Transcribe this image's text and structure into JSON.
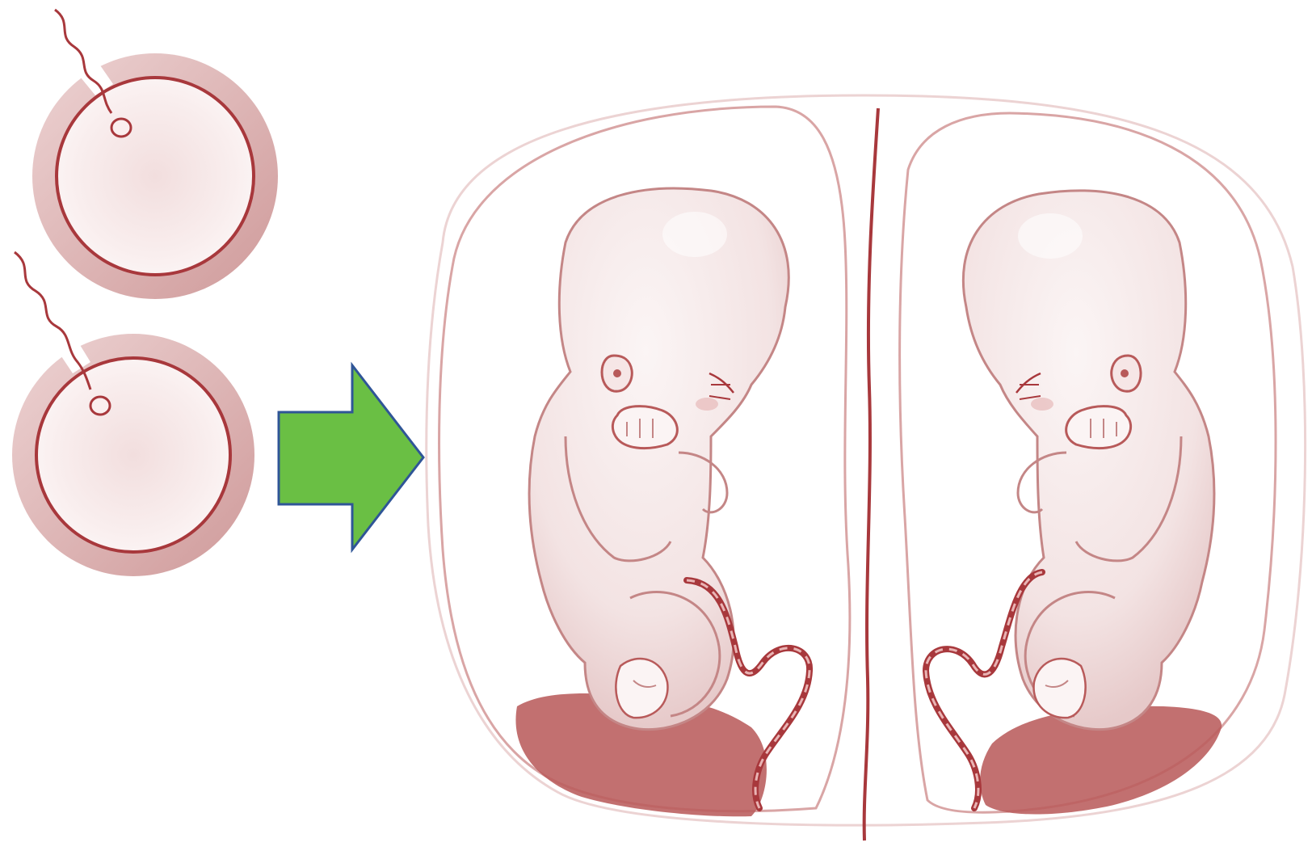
{
  "diagram": {
    "eggs": [
      {
        "name": "egg-top",
        "sperm_entering": true
      },
      {
        "name": "egg-bottom",
        "sperm_entering": true
      }
    ],
    "arrow": {
      "direction": "right",
      "fill": "#6abf44",
      "stroke": "#2f5597"
    },
    "womb": {
      "compartments": 2,
      "divider": "separate sacs",
      "fetuses": [
        {
          "name": "fetus-left",
          "facing": "right"
        },
        {
          "name": "fetus-right",
          "facing": "left"
        }
      ],
      "placentas": 2
    },
    "colors": {
      "tint": "#e9c9c9",
      "line": "#a8383c",
      "membrane": "#d9a5a5",
      "placenta": "#b95c5c",
      "skin": "#f6ebeb",
      "skin_shade": "#e8cfcf"
    }
  }
}
